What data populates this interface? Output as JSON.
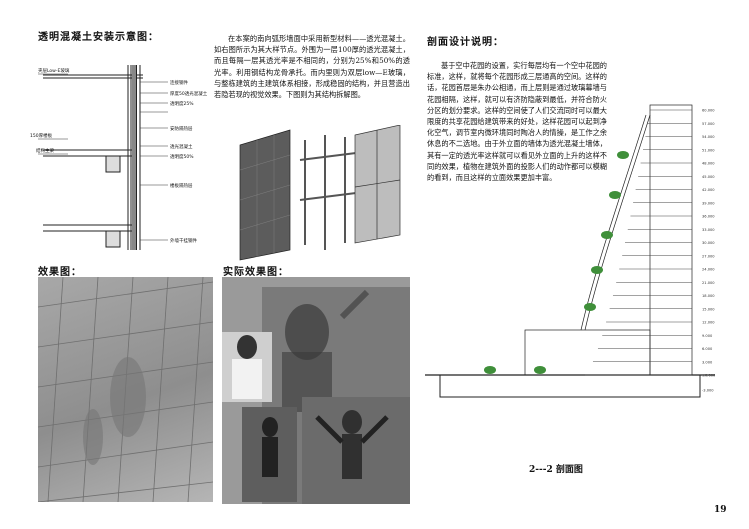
{
  "page_number": "19",
  "sections": {
    "install_diagram": {
      "title": "透明混凝土安装示意图：",
      "labels": [
        "夹层Low-E玻璃",
        "连接钢件",
        "厚度50透光混凝土",
        "透明度25%",
        "安防隔热层",
        "透光混凝土",
        "透明度50%",
        "楼板隔热层",
        "外墙干挂钢件"
      ],
      "left_labels": [
        "150厚楼板",
        "结构主梁"
      ]
    },
    "intro": {
      "text": "在本案的南向弧形墙面中采用新型材料——透光混凝土。如右图所示为其大样节点。外围为一层100厚的透光混凝土，而且每隔一层其透光率是不相同的，分别为25%和50%的透光率。利用钢结构龙骨承托。而内里则为双层low—E玻璃，与整栋建筑的主建筑体系相接，形成稳固的结构，并且营造出若隐若现的视觉效果。下图则为其结构拆解图。"
    },
    "section_desc": {
      "title": "剖面设计说明：",
      "text": "基于空中花园的设置，实行每层均有一个空中花园的标准，这样，就将每个花园形成三层通高的空间。这样的话，花园首层是朱办公相通，而上层则是通过玻璃幕墙与花园相隔，这样，就可以有济防隐蔽到最低，并符合防火分区的划分要求。这样的空间使了人们交流同时可以最大限度的共享花园给建筑带来的好处，这样花园可以起到净化空气，调节室内微环境同时陶冶人的情操，是工作之余休息的不二选地。由于外立面的墙体为透光混凝土墙体，其有一定的透光率这样就可以看见外立面的上升的这样不同的效果，植物在建筑外面的投影人们的动作都可以模糊的看到，而且这样的立面效果更加丰富。"
    },
    "effect": {
      "title": "效果图："
    },
    "actual_effect": {
      "title": "实际效果图："
    },
    "section_drawing": {
      "caption": "2---2 剖面图",
      "elev_labels": [
        "60.000",
        "57.000",
        "54.000",
        "51.000",
        "48.000",
        "45.000",
        "42.000",
        "39.000",
        "36.000",
        "33.000",
        "30.000",
        "27.000",
        "24.000",
        "21.000",
        "18.000",
        "15.000",
        "12.000",
        "9.000",
        "6.000",
        "3.000",
        "±0.000",
        "-3.000"
      ]
    }
  },
  "colors": {
    "tree": "#3f8f3a",
    "line": "#222222",
    "concrete": "#6a6a6a"
  }
}
